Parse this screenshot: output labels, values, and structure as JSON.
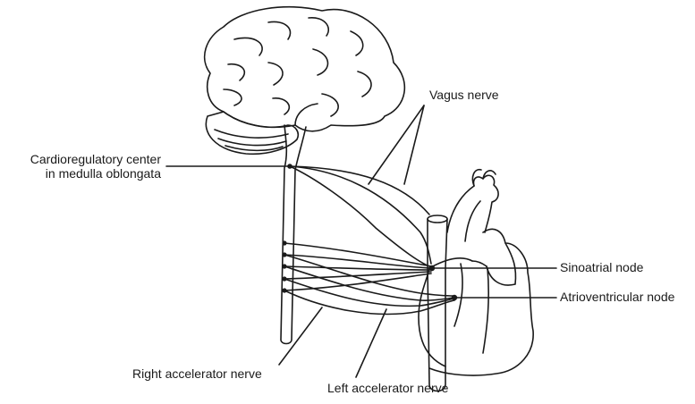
{
  "labels": {
    "cardio_line1": "Cardioregulatory center",
    "cardio_line2": "in medulla oblongata",
    "vagus": "Vagus nerve",
    "sinoatrial": "Sinoatrial node",
    "atrioventricular": "Atrioventricular node",
    "right_accel": "Right accelerator nerve",
    "left_accel": "Left accelerator nerve"
  },
  "colors": {
    "ink": "#1a1a1a",
    "background": "#ffffff"
  }
}
